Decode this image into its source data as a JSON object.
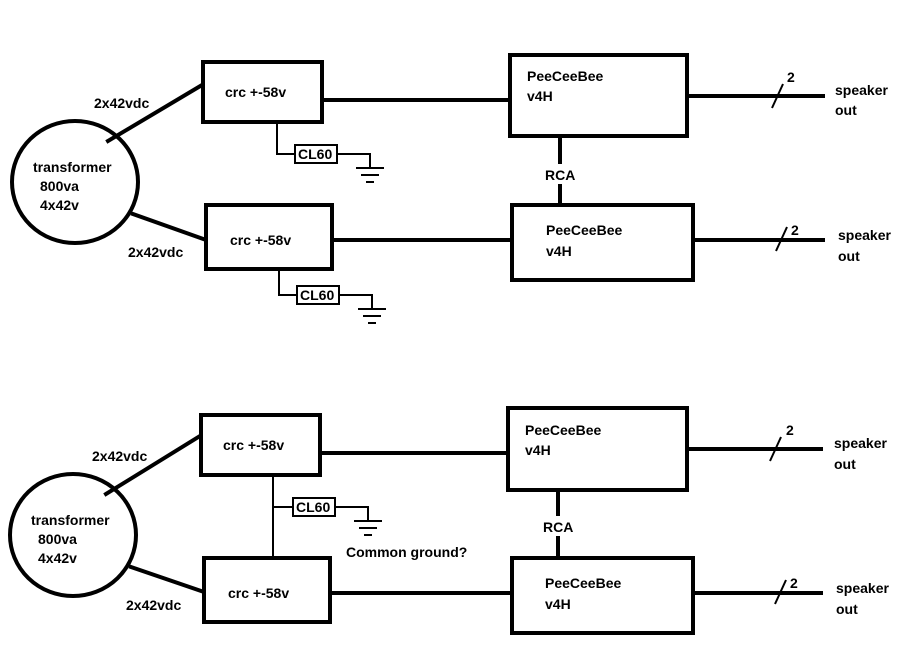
{
  "top_diagram": {
    "transformer": {
      "line1": "transformer",
      "line2": "800va",
      "line3": "4x42v"
    },
    "feed_upper": "2x42vdc",
    "feed_lower": "2x42vdc",
    "crc_upper": "crc +-58v",
    "crc_lower": "crc +-58v",
    "thermistor_upper": "CL60",
    "thermistor_lower": "CL60",
    "amp_upper": {
      "line1": "PeeCeeBee",
      "line2": "v4H"
    },
    "amp_lower": {
      "line1": "PeeCeeBee",
      "line2": "v4H"
    },
    "link": "RCA",
    "wires_upper": "2",
    "wires_lower": "2",
    "out_upper": {
      "line1": "speaker",
      "line2": "out"
    },
    "out_lower": {
      "line1": "speaker",
      "line2": "out"
    }
  },
  "bottom_diagram": {
    "transformer": {
      "line1": "transformer",
      "line2": "800va",
      "line3": "4x42v"
    },
    "feed_upper": "2x42vdc",
    "feed_lower": "2x42vdc",
    "crc_upper": "crc +-58v",
    "crc_lower": "crc +-58v",
    "thermistor": "CL60",
    "question": "Common ground?",
    "amp_upper": {
      "line1": "PeeCeeBee",
      "line2": "v4H"
    },
    "amp_lower": {
      "line1": "PeeCeeBee",
      "line2": "v4H"
    },
    "link": "RCA",
    "wires_upper": "2",
    "wires_lower": "2",
    "out_upper": {
      "line1": "speaker",
      "line2": "out"
    },
    "out_lower": {
      "line1": "speaker",
      "line2": "out"
    }
  }
}
